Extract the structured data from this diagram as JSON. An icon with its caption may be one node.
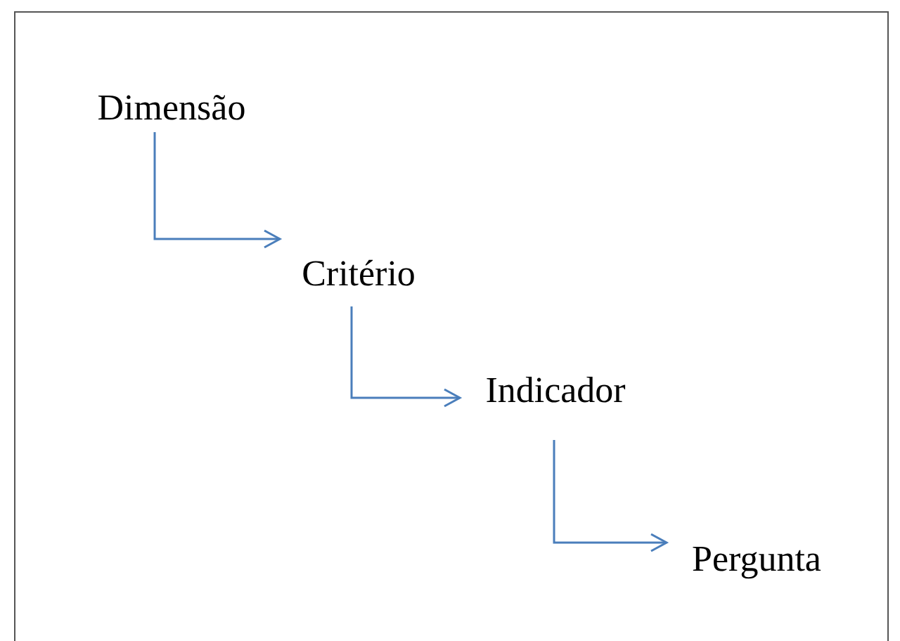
{
  "diagram": {
    "nodes": [
      {
        "text": [
          "Dimensão"
        ]
      },
      {
        "text": [
          "Critério"
        ]
      },
      {
        "text": [
          "Indicador"
        ]
      },
      {
        "text": [
          "Pergunta"
        ]
      }
    ],
    "edges": [
      {
        "from": 0,
        "to": 1,
        "arrow": "to"
      },
      {
        "from": 1,
        "to": 2,
        "arrow": "to"
      },
      {
        "from": 2,
        "to": 3,
        "arrow": "to"
      }
    ]
  }
}
